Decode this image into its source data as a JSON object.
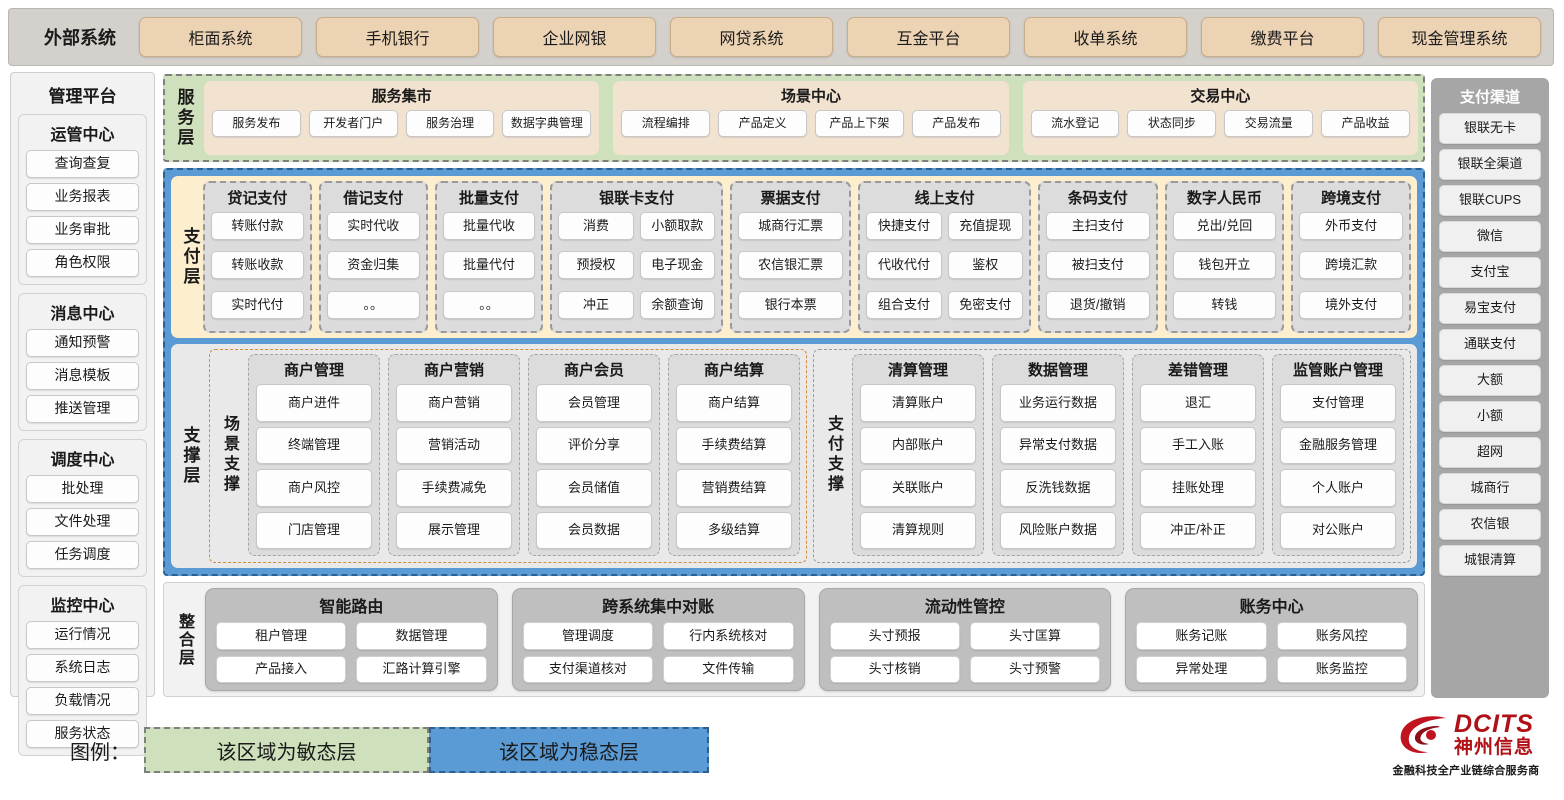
{
  "external_bar": {
    "title": "外部系统",
    "items": [
      "柜面系统",
      "手机银行",
      "企业网银",
      "网贷系统",
      "互金平台",
      "收单系统",
      "缴费平台",
      "现金管理系统"
    ]
  },
  "management_platform": {
    "title": "管理平台",
    "groups": [
      {
        "title": "运管中心",
        "items": [
          "查询查复",
          "业务报表",
          "业务审批",
          "角色权限"
        ]
      },
      {
        "title": "消息中心",
        "items": [
          "通知预警",
          "消息模板",
          "推送管理"
        ]
      },
      {
        "title": "调度中心",
        "items": [
          "批处理",
          "文件处理",
          "任务调度"
        ]
      },
      {
        "title": "监控中心",
        "items": [
          "运行情况",
          "系统日志",
          "负载情况",
          "服务状态"
        ]
      }
    ]
  },
  "payment_channels": {
    "title": "支付渠道",
    "items": [
      "银联无卡",
      "银联全渠道",
      "银联CUPS",
      "微信",
      "支付宝",
      "易宝支付",
      "通联支付",
      "大额",
      "小额",
      "超网",
      "城商行",
      "农信银",
      "城银清算"
    ]
  },
  "service_layer": {
    "label": "服务层",
    "groups": [
      {
        "title": "服务集市",
        "items": [
          "服务发布",
          "开发者门户",
          "服务治理",
          "数据字典管理"
        ]
      },
      {
        "title": "场景中心",
        "items": [
          "流程编排",
          "产品定义",
          "产品上下架",
          "产品发布"
        ]
      },
      {
        "title": "交易中心",
        "items": [
          "流水登记",
          "状态同步",
          "交易流量",
          "产品收益"
        ]
      }
    ]
  },
  "payment_layer": {
    "label": "支付层",
    "groups": [
      {
        "title": "贷记支付",
        "cols": 1,
        "items": [
          "转账付款",
          "转账收款",
          "实时代付"
        ]
      },
      {
        "title": "借记支付",
        "cols": 1,
        "items": [
          "实时代收",
          "资金归集",
          "。。"
        ]
      },
      {
        "title": "批量支付",
        "cols": 1,
        "items": [
          "批量代收",
          "批量代付",
          "。。"
        ]
      },
      {
        "title": "银联卡支付",
        "cols": 2,
        "items": [
          "消费",
          "小额取款",
          "预授权",
          "电子现金",
          "冲正",
          "余额查询"
        ]
      },
      {
        "title": "票据支付",
        "cols": 1,
        "items": [
          "城商行汇票",
          "农信银汇票",
          "银行本票"
        ]
      },
      {
        "title": "线上支付",
        "cols": 2,
        "items": [
          "快捷支付",
          "充值提现",
          "代收代付",
          "鉴权",
          "组合支付",
          "免密支付"
        ]
      },
      {
        "title": "条码支付",
        "cols": 1,
        "items": [
          "主扫支付",
          "被扫支付",
          "退货/撤销"
        ]
      },
      {
        "title": "数字人民币",
        "cols": 1,
        "items": [
          "兑出/兑回",
          "钱包开立",
          "转钱"
        ]
      },
      {
        "title": "跨境支付",
        "cols": 1,
        "items": [
          "外币支付",
          "跨境汇款",
          "境外支付"
        ]
      }
    ]
  },
  "support_layer": {
    "label": "支撑层",
    "scene_support": {
      "label": "场景支撑",
      "groups": [
        {
          "title": "商户管理",
          "items": [
            "商户进件",
            "终端管理",
            "商户风控",
            "门店管理"
          ]
        },
        {
          "title": "商户营销",
          "items": [
            "商户营销",
            "营销活动",
            "手续费减免",
            "展示管理"
          ]
        },
        {
          "title": "商户会员",
          "items": [
            "会员管理",
            "评价分享",
            "会员储值",
            "会员数据"
          ]
        },
        {
          "title": "商户结算",
          "items": [
            "商户结算",
            "手续费结算",
            "营销费结算",
            "多级结算"
          ]
        }
      ]
    },
    "payment_support": {
      "label": "支付支撑",
      "groups": [
        {
          "title": "清算管理",
          "items": [
            "清算账户",
            "内部账户",
            "关联账户",
            "清算规则"
          ]
        },
        {
          "title": "数据管理",
          "items": [
            "业务运行数据",
            "异常支付数据",
            "反洗钱数据",
            "风险账户数据"
          ]
        },
        {
          "title": "差错管理",
          "items": [
            "退汇",
            "手工入账",
            "挂账处理",
            "冲正/补正"
          ]
        },
        {
          "title": "监管账户管理",
          "items": [
            "支付管理",
            "金融服务管理",
            "个人账户",
            "对公账户"
          ]
        }
      ]
    }
  },
  "integration_layer": {
    "label": "整合层",
    "groups": [
      {
        "title": "智能路由",
        "items": [
          "租户管理",
          "数据管理",
          "产品接入",
          "汇路计算引擎"
        ]
      },
      {
        "title": "跨系统集中对账",
        "items": [
          "管理调度",
          "行内系统核对",
          "支付渠道核对",
          "文件传输"
        ]
      },
      {
        "title": "流动性管控",
        "items": [
          "头寸预报",
          "头寸匡算",
          "头寸核销",
          "头寸预警"
        ]
      },
      {
        "title": "账务中心",
        "items": [
          "账务记账",
          "账务风控",
          "异常处理",
          "账务监控"
        ]
      }
    ]
  },
  "legend": {
    "label": "图例：",
    "agile": "该区域为敏态层",
    "stable": "该区域为稳态层"
  },
  "brand": {
    "en": "DCITS",
    "cn": "神州信息",
    "tagline": "金融科技全产业链综合服务商"
  },
  "colors": {
    "agile_green": "#cfe0bd",
    "stable_blue": "#5b9bd5",
    "payment_beige": "#fdeecd",
    "external_chip": "#ecd3b4",
    "brand_red": "#b01116",
    "scene_dash": "#d38b3a"
  }
}
